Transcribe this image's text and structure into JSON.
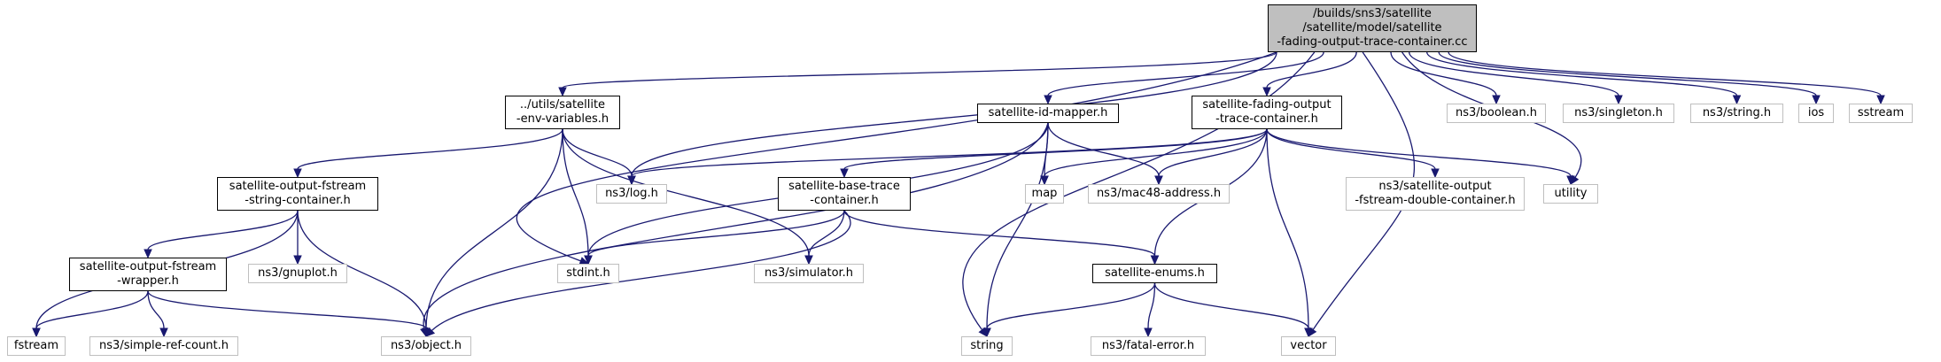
{
  "diagram": {
    "colors": {
      "edge": "#191970",
      "gray_border": "#bfbfbf",
      "focus_fill": "#bfbfbf"
    },
    "nodes": [
      {
        "id": "root",
        "label": "/builds/sns3/satellite\n/satellite/model/satellite\n-fading-output-trace-container.cc",
        "style": "focus"
      },
      {
        "id": "envvars",
        "label": "../utils/satellite\n-env-variables.h",
        "style": "main"
      },
      {
        "id": "idmapper",
        "label": "satellite-id-mapper.h",
        "style": "main"
      },
      {
        "id": "fadingout",
        "label": "satellite-fading-output\n-trace-container.h",
        "style": "main"
      },
      {
        "id": "boolean",
        "label": "ns3/boolean.h",
        "style": "gray"
      },
      {
        "id": "singleton",
        "label": "ns3/singleton.h",
        "style": "gray"
      },
      {
        "id": "nsstring",
        "label": "ns3/string.h",
        "style": "gray"
      },
      {
        "id": "ios",
        "label": "ios",
        "style": "gray"
      },
      {
        "id": "sstream",
        "label": "sstream",
        "style": "gray"
      },
      {
        "id": "fstreamstr",
        "label": "satellite-output-fstream\n-string-container.h",
        "style": "main"
      },
      {
        "id": "log",
        "label": "ns3/log.h",
        "style": "gray"
      },
      {
        "id": "basetrace",
        "label": "satellite-base-trace\n-container.h",
        "style": "main"
      },
      {
        "id": "map",
        "label": "map",
        "style": "gray"
      },
      {
        "id": "mac48",
        "label": "ns3/mac48-address.h",
        "style": "gray"
      },
      {
        "id": "fstreamdbl",
        "label": "ns3/satellite-output\n-fstream-double-container.h",
        "style": "gray"
      },
      {
        "id": "utility",
        "label": "utility",
        "style": "gray"
      },
      {
        "id": "wrapper",
        "label": "satellite-output-fstream\n-wrapper.h",
        "style": "main"
      },
      {
        "id": "gnuplot",
        "label": "ns3/gnuplot.h",
        "style": "gray"
      },
      {
        "id": "stdint",
        "label": "stdint.h",
        "style": "gray"
      },
      {
        "id": "simulator",
        "label": "ns3/simulator.h",
        "style": "gray"
      },
      {
        "id": "enums",
        "label": "satellite-enums.h",
        "style": "main"
      },
      {
        "id": "fstream",
        "label": "fstream",
        "style": "gray"
      },
      {
        "id": "simpleref",
        "label": "ns3/simple-ref-count.h",
        "style": "gray"
      },
      {
        "id": "object",
        "label": "ns3/object.h",
        "style": "gray"
      },
      {
        "id": "string",
        "label": "string",
        "style": "gray"
      },
      {
        "id": "fatal",
        "label": "ns3/fatal-error.h",
        "style": "gray"
      },
      {
        "id": "vector",
        "label": "vector",
        "style": "gray"
      }
    ],
    "edges": [
      [
        "root",
        "envvars"
      ],
      [
        "root",
        "idmapper"
      ],
      [
        "root",
        "fadingout"
      ],
      [
        "root",
        "boolean"
      ],
      [
        "root",
        "singleton"
      ],
      [
        "root",
        "nsstring"
      ],
      [
        "root",
        "ios"
      ],
      [
        "root",
        "sstream"
      ],
      [
        "root",
        "log"
      ],
      [
        "root",
        "stdint"
      ],
      [
        "root",
        "string"
      ],
      [
        "root",
        "utility"
      ],
      [
        "root",
        "vector"
      ],
      [
        "envvars",
        "fstreamstr"
      ],
      [
        "envvars",
        "log"
      ],
      [
        "envvars",
        "stdint"
      ],
      [
        "envvars",
        "simulator"
      ],
      [
        "envvars",
        "object"
      ],
      [
        "idmapper",
        "stdint"
      ],
      [
        "idmapper",
        "object"
      ],
      [
        "idmapper",
        "map"
      ],
      [
        "idmapper",
        "mac48"
      ],
      [
        "idmapper",
        "string"
      ],
      [
        "fadingout",
        "basetrace"
      ],
      [
        "fadingout",
        "log"
      ],
      [
        "fadingout",
        "map"
      ],
      [
        "fadingout",
        "mac48"
      ],
      [
        "fadingout",
        "fstreamdbl"
      ],
      [
        "fadingout",
        "utility"
      ],
      [
        "fadingout",
        "enums"
      ],
      [
        "fadingout",
        "vector"
      ],
      [
        "fstreamstr",
        "wrapper"
      ],
      [
        "fstreamstr",
        "gnuplot"
      ],
      [
        "fstreamstr",
        "fstream"
      ],
      [
        "fstreamstr",
        "object"
      ],
      [
        "basetrace",
        "stdint"
      ],
      [
        "basetrace",
        "simulator"
      ],
      [
        "basetrace",
        "object"
      ],
      [
        "basetrace",
        "enums"
      ],
      [
        "wrapper",
        "fstream"
      ],
      [
        "wrapper",
        "simpleref"
      ],
      [
        "wrapper",
        "object"
      ],
      [
        "enums",
        "string"
      ],
      [
        "enums",
        "fatal"
      ],
      [
        "enums",
        "vector"
      ]
    ]
  }
}
